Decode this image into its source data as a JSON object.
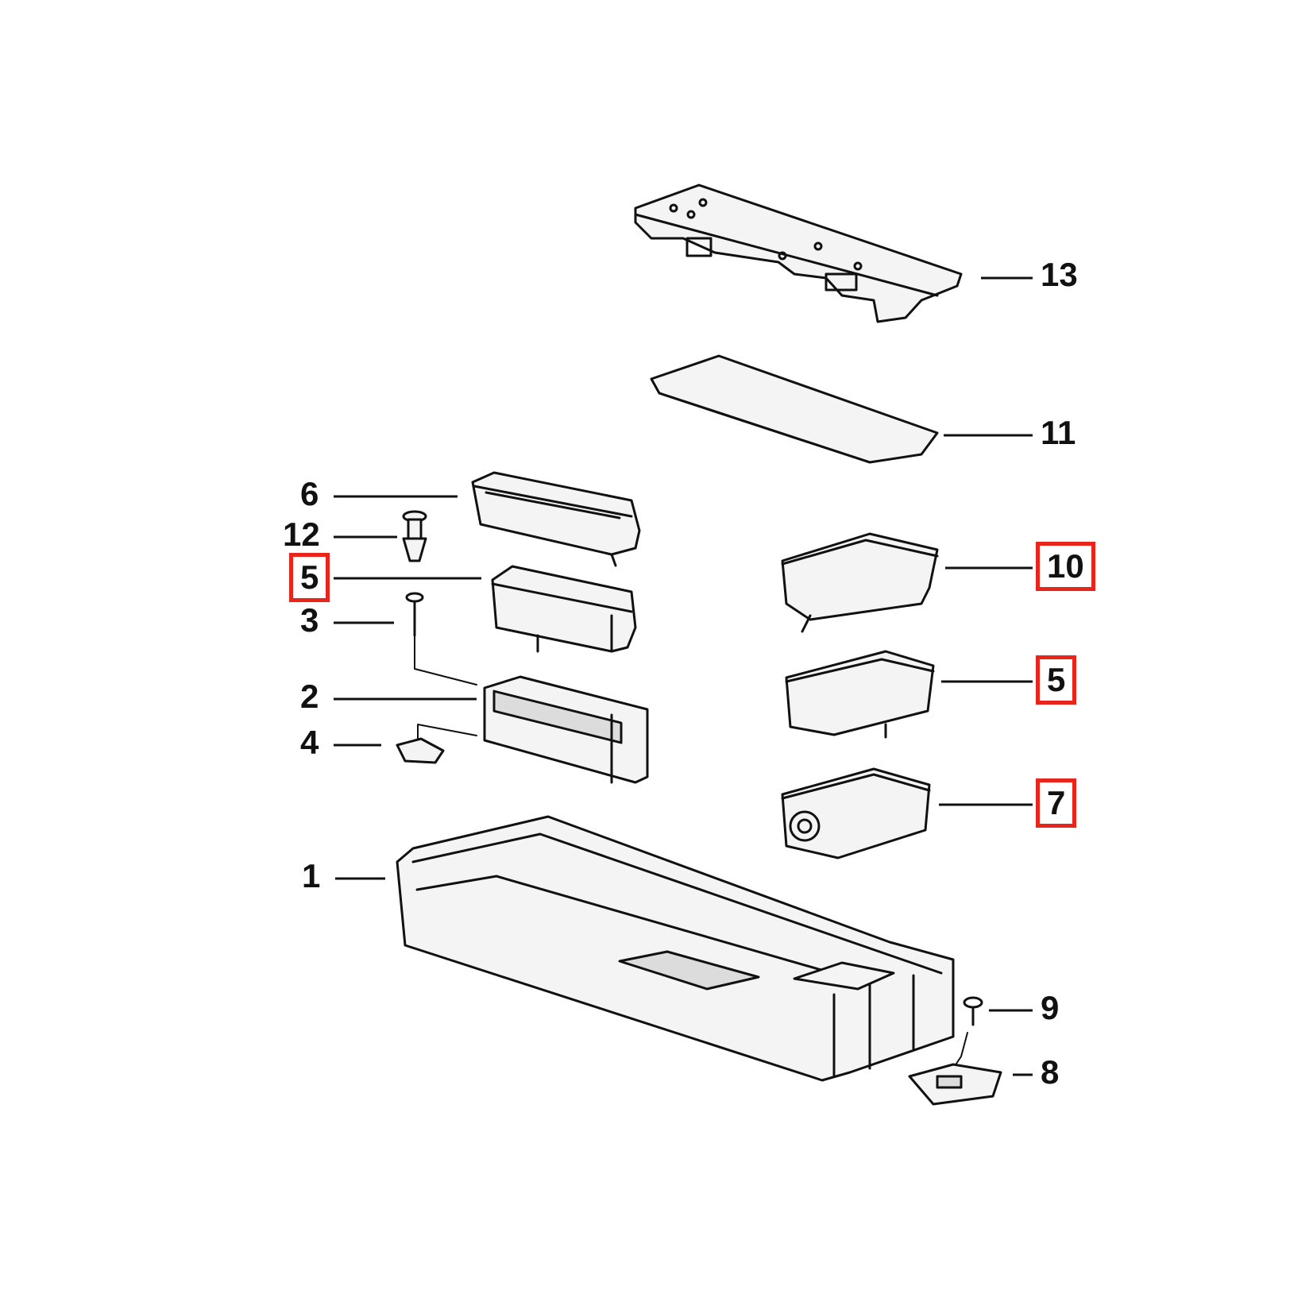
{
  "highlight_color": "#e8251a",
  "labels": {
    "l1": "1",
    "l2": "2",
    "l3": "3",
    "l4": "4",
    "l5_left": "5",
    "l6": "6",
    "l7": "7",
    "l8": "8",
    "l9": "9",
    "l10": "10",
    "l11": "11",
    "l12": "12",
    "l13": "13",
    "l5_right": "5"
  }
}
